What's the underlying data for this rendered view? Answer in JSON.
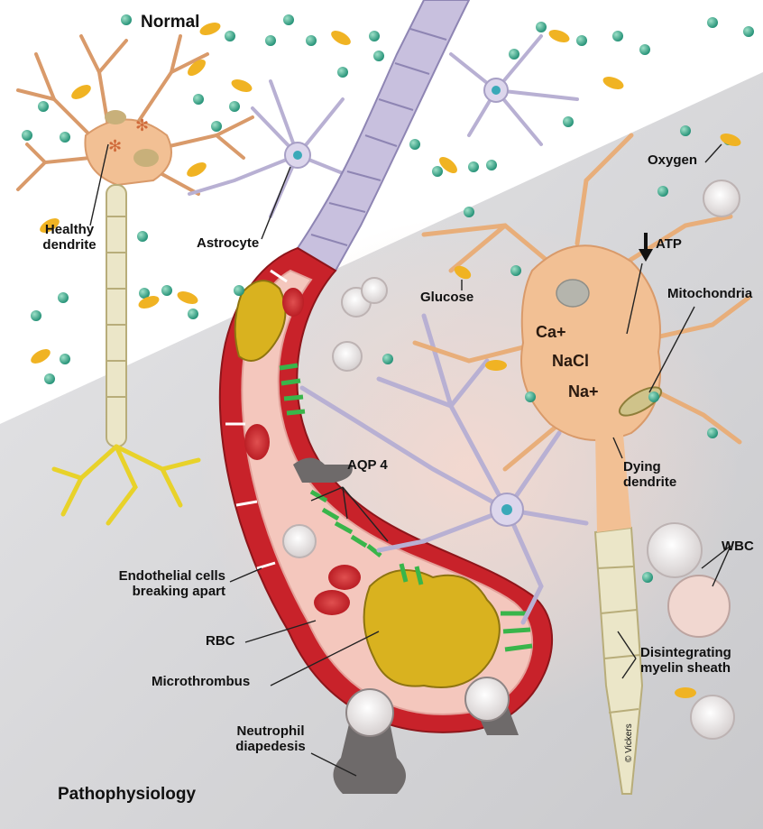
{
  "titles": {
    "normal": "Normal",
    "pathophysiology": "Pathophysiology"
  },
  "labels": {
    "healthy_dendrite": [
      "Healthy",
      "dendrite"
    ],
    "astrocyte": "Astrocyte",
    "oxygen": "Oxygen",
    "atp": "ATP",
    "mitochondria": "Mitochondria",
    "glucose": "Glucose",
    "ca": "Ca+",
    "nacl": "NaCl",
    "na": "Na+",
    "aqp4": "AQP 4",
    "dying_dendrite": [
      "Dying",
      "dendrite"
    ],
    "wbc": "WBC",
    "endothelial": [
      "Endothelial cells",
      "breaking apart"
    ],
    "rbc": "RBC",
    "microthrombus": "Microthrombus",
    "neutrophil": [
      "Neutrophil",
      "diapedesis"
    ],
    "myelin": [
      "Disintegrating",
      "myelin sheath"
    ]
  },
  "credit": "© Vickers",
  "colors": {
    "normal_bg": "#ffffff",
    "patho_bg": "#d9d9db",
    "neuron": "#f2c094",
    "astrocyte": "#dcd6ec",
    "vessel_wall": "#c8222a",
    "vessel_lumen": "#f4c7bd",
    "thrombus": "#d9b21f",
    "aqp4_channel": "#39b54a",
    "oxygen_dot": "#2bab8c",
    "glucose": "#f0b323"
  }
}
